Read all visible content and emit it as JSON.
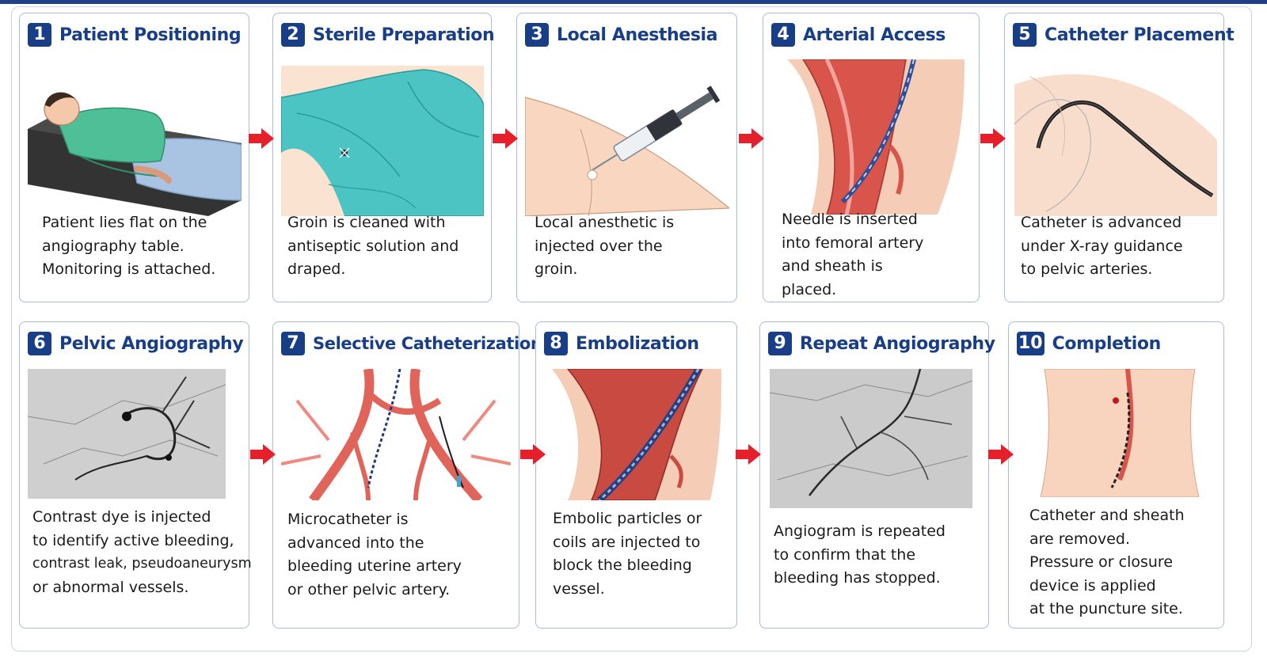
{
  "colors": {
    "accent": "#173e87",
    "arrow": "#e5202a",
    "border": "#a9bbd6"
  },
  "steps": [
    {
      "number": "1",
      "title": "Patient Positioning",
      "lines": [
        "Patient lies flat on the",
        "angiography table.",
        "Monitoring is attached."
      ]
    },
    {
      "number": "2",
      "title": "Sterile Preparation",
      "lines": [
        "Groin is cleaned with",
        "antiseptic solution and",
        "draped."
      ]
    },
    {
      "number": "3",
      "title": "Local Anesthesia",
      "lines": [
        "Local anesthetic is",
        "injected over the",
        "groin."
      ]
    },
    {
      "number": "4",
      "title": "Arterial Access",
      "lines": [
        "Needle is inserted",
        "into femoral artery",
        "and sheath is",
        "placed."
      ]
    },
    {
      "number": "5",
      "title": "Catheter Placement",
      "lines": [
        "Catheter is advanced",
        "under X-ray guidance",
        "to pelvic arteries."
      ]
    },
    {
      "number": "6",
      "title": "Pelvic Angiography",
      "lines": [
        "Contrast dye is injected",
        "to identify active bleeding,",
        "contrast leak, pseudoaneurysm",
        "or abnormal vessels."
      ]
    },
    {
      "number": "7",
      "title": "Selective Catheterization",
      "lines": [
        "Microcatheter is",
        "advanced into the",
        "bleeding uterine artery",
        "or other pelvic artery."
      ]
    },
    {
      "number": "8",
      "title": "Embolization",
      "lines": [
        "Embolic particles or",
        "coils are injected to",
        "block the bleeding",
        "vessel."
      ]
    },
    {
      "number": "9",
      "title": "Repeat Angiography",
      "lines": [
        "Angiogram is repeated",
        "to confirm that the",
        "bleeding has stopped."
      ]
    },
    {
      "number": "10",
      "title": "Completion",
      "lines": [
        "Catheter and sheath",
        "are removed.",
        "Pressure or closure",
        "device is applied",
        "at the puncture site."
      ]
    }
  ]
}
